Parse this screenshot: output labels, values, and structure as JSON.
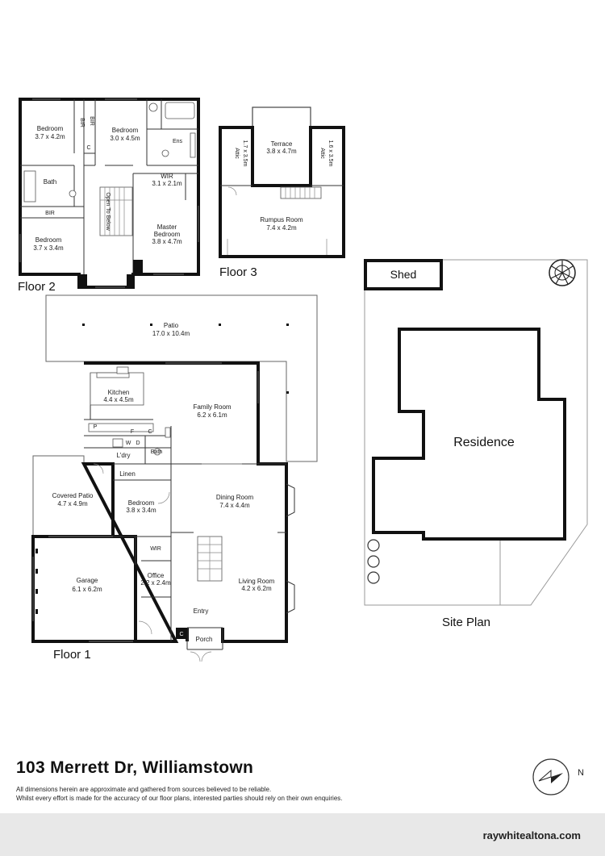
{
  "property": {
    "address": "103 Merrett Dr, Williamstown",
    "disclaimer_line1": "All dimensions herein are approximate and gathered from sources believed to be reliable.",
    "disclaimer_line2": "Whilst every effort is made for the accuracy of our floor plans, interested parties should rely on their own enquiries.",
    "website": "raywhitealtona.com"
  },
  "compass": {
    "label": "N"
  },
  "floor1": {
    "label": "Floor 1",
    "patio": {
      "name": "Patio",
      "size": "17.0 x 10.4m"
    },
    "kitchen": {
      "name": "Kitchen",
      "size": "4.4 x 4.5m"
    },
    "family": {
      "name": "Family Room",
      "size": "6.2 x 6.1m"
    },
    "pantry": "P",
    "fridge": "F",
    "cupboard": "C",
    "washer": "W",
    "dryer": "D",
    "bath": "Bath",
    "laundry": "L'dry",
    "linen": "Linen",
    "covered_patio": {
      "name": "Covered Patio",
      "size": "4.7 x 4.9m"
    },
    "bedroom": {
      "name": "Bedroom",
      "size": "3.8 x 3.4m"
    },
    "dining": {
      "name": "Dining Room",
      "size": "7.4 x 4.4m"
    },
    "wir": "WIR",
    "garage": {
      "name": "Garage",
      "size": "6.1 x 6.2m"
    },
    "office": {
      "name": "Office",
      "size": "2.2 x 2.4m"
    },
    "living": {
      "name": "Living Room",
      "size": "4.2 x 6.2m"
    },
    "entry": "Entry",
    "porch": "Porch",
    "closet": "C"
  },
  "floor2": {
    "label": "Floor 2",
    "bedroom1": {
      "name": "Bedroom",
      "size": "3.7 x 4.2m"
    },
    "bir1": "BIR",
    "bir2": "BIR",
    "cupboard": "C",
    "bedroom2": {
      "name": "Bedroom",
      "size": "3.0 x 4.5m"
    },
    "ens": "Ens",
    "bath": "Bath",
    "wir": {
      "name": "WIR",
      "size": "3.1 x 2.1m"
    },
    "bir3": "BIR",
    "open_to_below": "Open To Below",
    "master": {
      "name": "Master",
      "name2": "Bedroom",
      "size": "3.8 x 4.7m"
    },
    "bedroom3": {
      "name": "Bedroom",
      "size": "3.7 x 3.4m"
    }
  },
  "floor3": {
    "label": "Floor 3",
    "attic_left": {
      "name": "Attic",
      "size": "1.7 x 3.5m"
    },
    "terrace": {
      "name": "Terrace",
      "size": "3.8 x 4.7m"
    },
    "attic_right": {
      "name": "Attic",
      "size": "1.6 x 3.5m"
    },
    "rumpus": {
      "name": "Rumpus Room",
      "size": "7.4 x 4.2m"
    }
  },
  "site_plan": {
    "label": "Site Plan",
    "shed": "Shed",
    "residence": "Residence"
  }
}
